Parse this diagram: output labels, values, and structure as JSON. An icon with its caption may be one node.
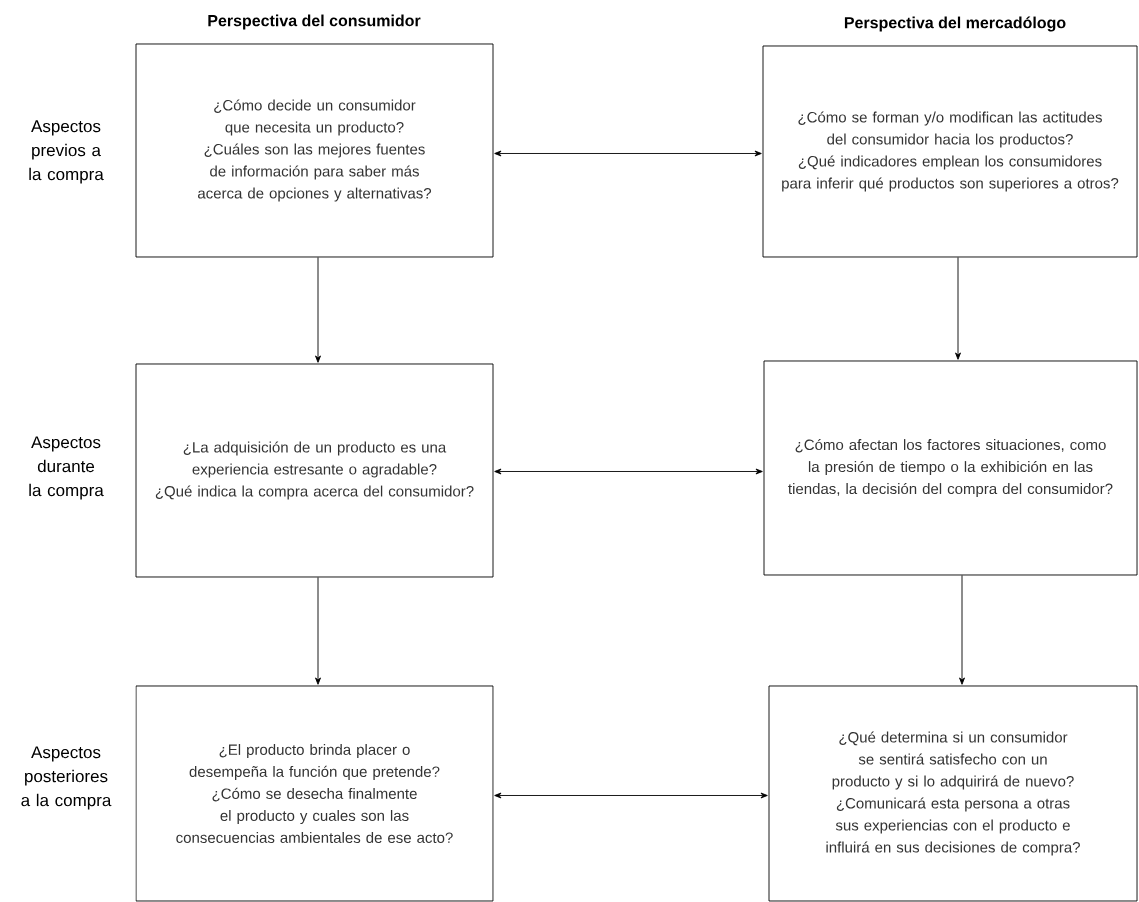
{
  "diagram": {
    "nodes": [
      {
        "text": [
          "¿Cómo decide un consumidor que necesita un producto?",
          "¿Cuáles son las mejores fuentes de información para saber más acerca de opciones y alternativas?"
        ]
      },
      {
        "text": [
          "¿Cómo se forman y/o modifican las actitudes del consumidor hacia los productos?",
          "¿Qué indicadores emplean los consumidores para inferir qué productos son superiores a otros?"
        ]
      },
      {
        "text": [
          "¿La adquisición de un producto es una experiencia estresante o agradable?",
          "¿Qué indica la compra acerca del consumidor?"
        ]
      },
      {
        "text": [
          "¿Cómo afectan los factores situaciones, como la presión de tiempo o la exhibición en las tiendas, la decisión del compra del consumidor?"
        ]
      },
      {
        "text": [
          "¿El producto brinda placer o desempeña la función que pretende?",
          "¿Cómo se desecha finalmente el producto y cuales son las consecuencias ambientales de ese acto?"
        ]
      },
      {
        "text": [
          "¿Qué determina si un consumidor se sentirá satisfecho con un producto y si lo adquirirá de nuevo?",
          "¿Comunicará esta persona a otras sus experiencias con el producto e influirá en sus decisiones de compra?"
        ]
      }
    ],
    "edges": [
      {
        "from": 0,
        "to": 1,
        "arrow": "both"
      },
      {
        "from": 0,
        "to": 2,
        "arrow": "to"
      },
      {
        "from": 1,
        "to": 3,
        "arrow": "to"
      },
      {
        "from": 2,
        "to": 3,
        "arrow": "both"
      },
      {
        "from": 2,
        "to": 4,
        "arrow": "to"
      },
      {
        "from": 3,
        "to": 5,
        "arrow": "to"
      },
      {
        "from": 4,
        "to": 5,
        "arrow": "both"
      }
    ],
    "labels": [
      "Perspectiva del consumidor",
      "Perspectiva del mercadólogo",
      "Aspectos previos a la compra",
      "Aspectos durante la compra",
      "Aspectos posteriores a la compra"
    ]
  }
}
